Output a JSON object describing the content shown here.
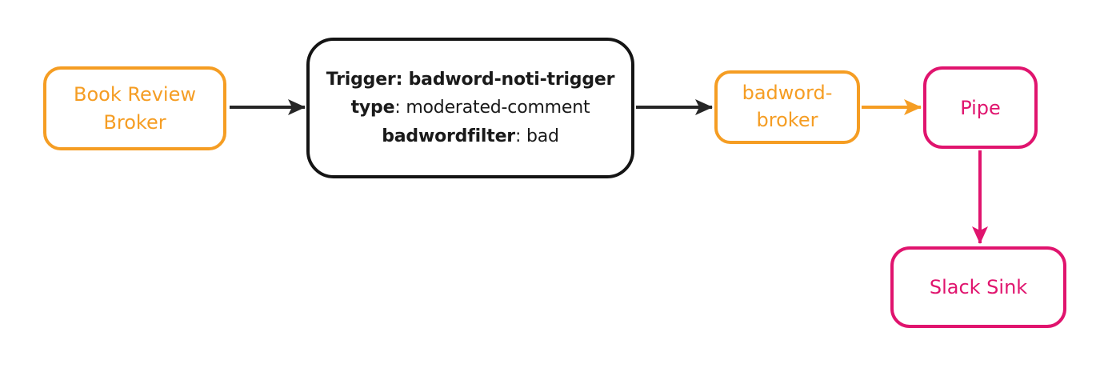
{
  "diagram": {
    "type": "flow-diagram",
    "nodes": {
      "book_review_broker": {
        "label": "Book Review Broker"
      },
      "trigger": {
        "line1": "Trigger: badword-noti-trigger",
        "line2_key": "type",
        "line2_rest": ": moderated-comment",
        "line3_key": "badwordfilter",
        "line3_rest": ": bad"
      },
      "badword_broker": {
        "label": "badword-broker"
      },
      "pipe": {
        "label": "Pipe"
      },
      "slack_sink": {
        "label": "Slack Sink"
      }
    },
    "edges": [
      {
        "from": "book-review-broker",
        "to": "trigger",
        "color": "black"
      },
      {
        "from": "trigger",
        "to": "badword-broker",
        "color": "black"
      },
      {
        "from": "badword-broker",
        "to": "pipe",
        "color": "orange"
      },
      {
        "from": "pipe",
        "to": "slack-sink",
        "color": "pink"
      }
    ],
    "colors": {
      "orange": "#F59D23",
      "pink": "#E0146E",
      "black": "#262626",
      "background": "#FFFFFF"
    }
  }
}
